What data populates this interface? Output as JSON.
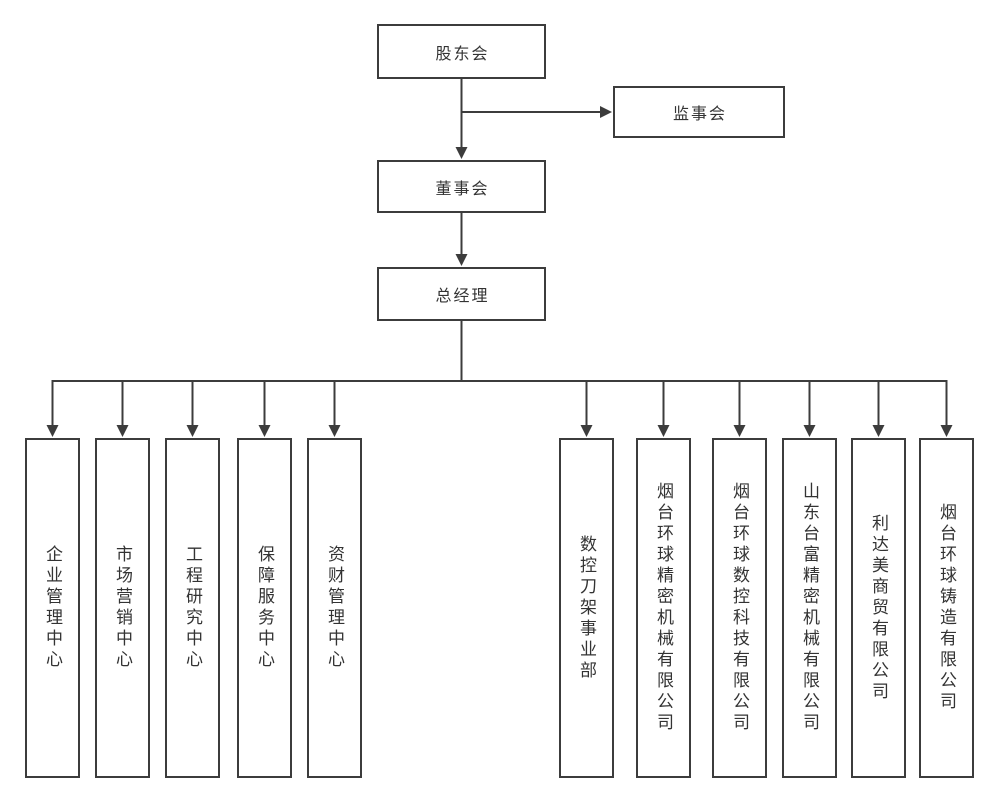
{
  "colors": {
    "line": "#3c3c3c",
    "text": "#333333",
    "background": "#ffffff"
  },
  "nodes": {
    "shareholders": {
      "label": "股东会"
    },
    "supervisors": {
      "label": "监事会"
    },
    "board": {
      "label": "董事会"
    },
    "general_manager": {
      "label": "总经理"
    }
  },
  "departments": [
    {
      "id": "dept-1",
      "label": "企业管理中心"
    },
    {
      "id": "dept-2",
      "label": "市场营销中心"
    },
    {
      "id": "dept-3",
      "label": "工程研究中心"
    },
    {
      "id": "dept-4",
      "label": "保障服务中心"
    },
    {
      "id": "dept-5",
      "label": "资财管理中心"
    },
    {
      "id": "dept-6",
      "label": "数控刀架事业部"
    },
    {
      "id": "dept-7",
      "label": "烟台环球精密机械有限公司"
    },
    {
      "id": "dept-8",
      "label": "烟台环球数控科技有限公司"
    },
    {
      "id": "dept-9",
      "label": "山东台富精密机械有限公司"
    },
    {
      "id": "dept-10",
      "label": "利达美商贸有限公司"
    },
    {
      "id": "dept-11",
      "label": "烟台环球铸造有限公司"
    }
  ],
  "edges": [
    {
      "from": "shareholders",
      "to": "supervisors"
    },
    {
      "from": "shareholders",
      "to": "board"
    },
    {
      "from": "board",
      "to": "general_manager"
    },
    {
      "from": "general_manager",
      "to": "dept-1"
    },
    {
      "from": "general_manager",
      "to": "dept-2"
    },
    {
      "from": "general_manager",
      "to": "dept-3"
    },
    {
      "from": "general_manager",
      "to": "dept-4"
    },
    {
      "from": "general_manager",
      "to": "dept-5"
    },
    {
      "from": "general_manager",
      "to": "dept-6"
    },
    {
      "from": "general_manager",
      "to": "dept-7"
    },
    {
      "from": "general_manager",
      "to": "dept-8"
    },
    {
      "from": "general_manager",
      "to": "dept-9"
    },
    {
      "from": "general_manager",
      "to": "dept-10"
    },
    {
      "from": "general_manager",
      "to": "dept-11"
    }
  ]
}
